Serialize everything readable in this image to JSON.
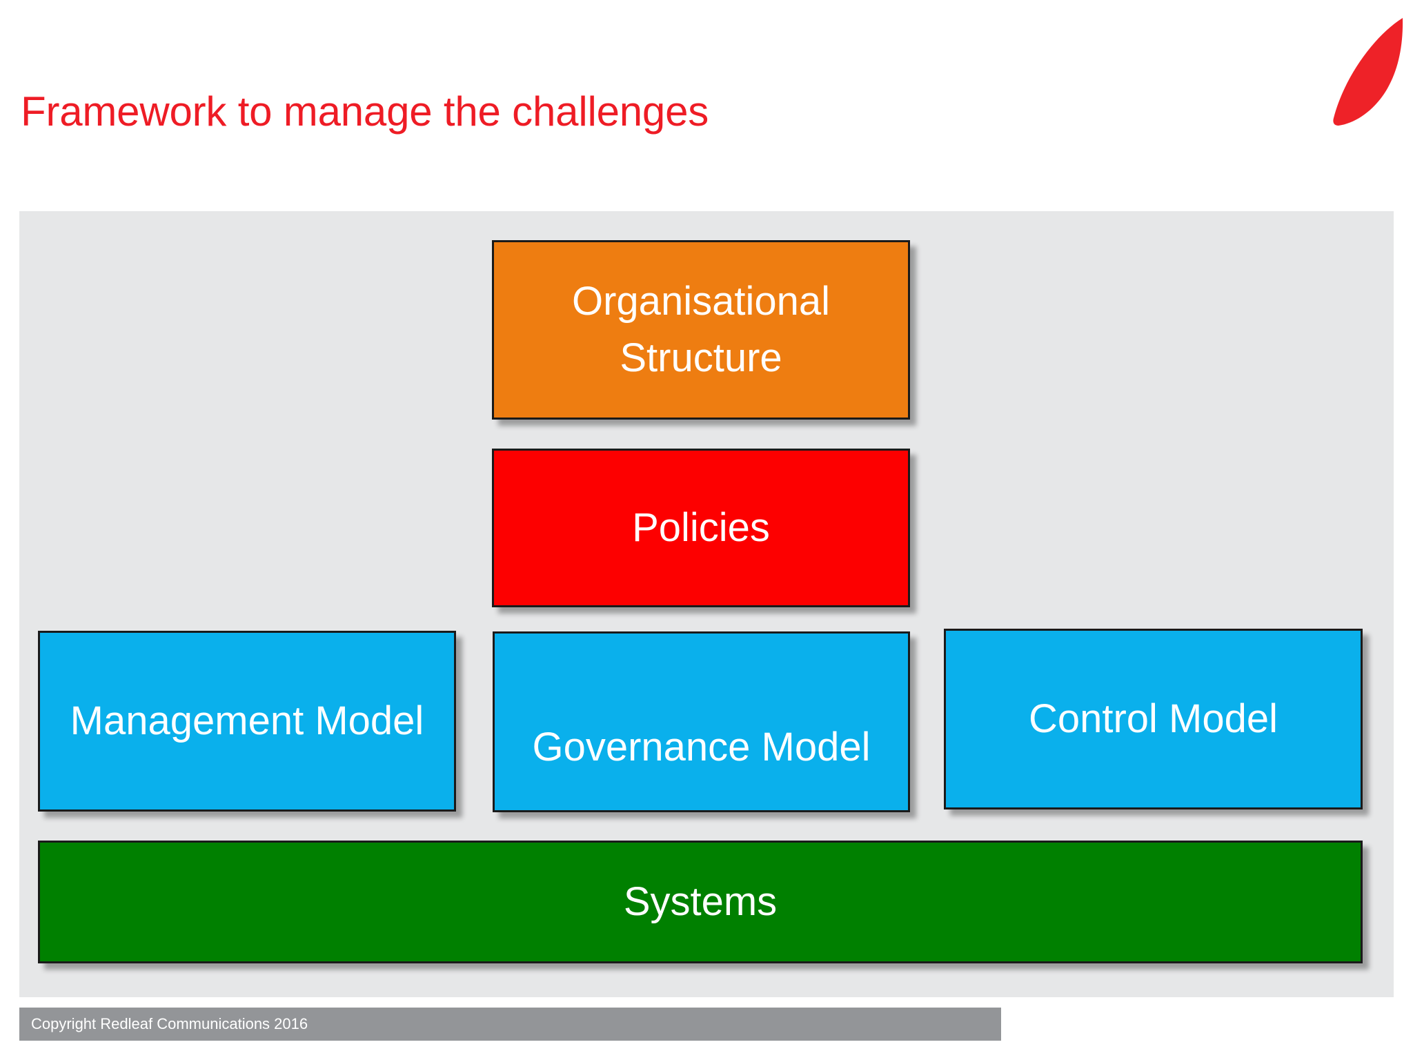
{
  "slide": {
    "title": "Framework to manage the challenges",
    "background_color": "#ffffff",
    "panel_color": "#e6e7e8"
  },
  "logo": {
    "name": "redleaf-logo",
    "shape": "leaf",
    "color": "#ee2228"
  },
  "diagram_data": {
    "type": "stacked-block-framework",
    "layers": [
      {
        "row": 1,
        "blocks": [
          {
            "label": "Organisational Structure",
            "color": "#ee7d11",
            "text_color": "#ffffff"
          }
        ]
      },
      {
        "row": 2,
        "blocks": [
          {
            "label": "Policies",
            "color": "#fd0000",
            "text_color": "#ffffff"
          }
        ]
      },
      {
        "row": 3,
        "blocks": [
          {
            "label": "Management Model",
            "color": "#0ab0ec",
            "text_color": "#ffffff"
          },
          {
            "label": "Governance Model",
            "color": "#0ab0ec",
            "text_color": "#ffffff"
          },
          {
            "label": "Control Model",
            "color": "#0ab0ec",
            "text_color": "#ffffff"
          }
        ]
      },
      {
        "row": 4,
        "blocks": [
          {
            "label": "Systems",
            "color": "#008000",
            "text_color": "#ffffff"
          }
        ]
      }
    ]
  },
  "boxes": {
    "organisational_structure": "Organisational Structure",
    "policies": "Policies",
    "management_model": "Management Model",
    "governance_model": "Governance Model",
    "control_model": "Control Model",
    "systems": "Systems"
  },
  "footer": {
    "copyright": "Copyright Redleaf Communications 2016",
    "bar_color": "#939598",
    "text_color": "#ffffff"
  }
}
